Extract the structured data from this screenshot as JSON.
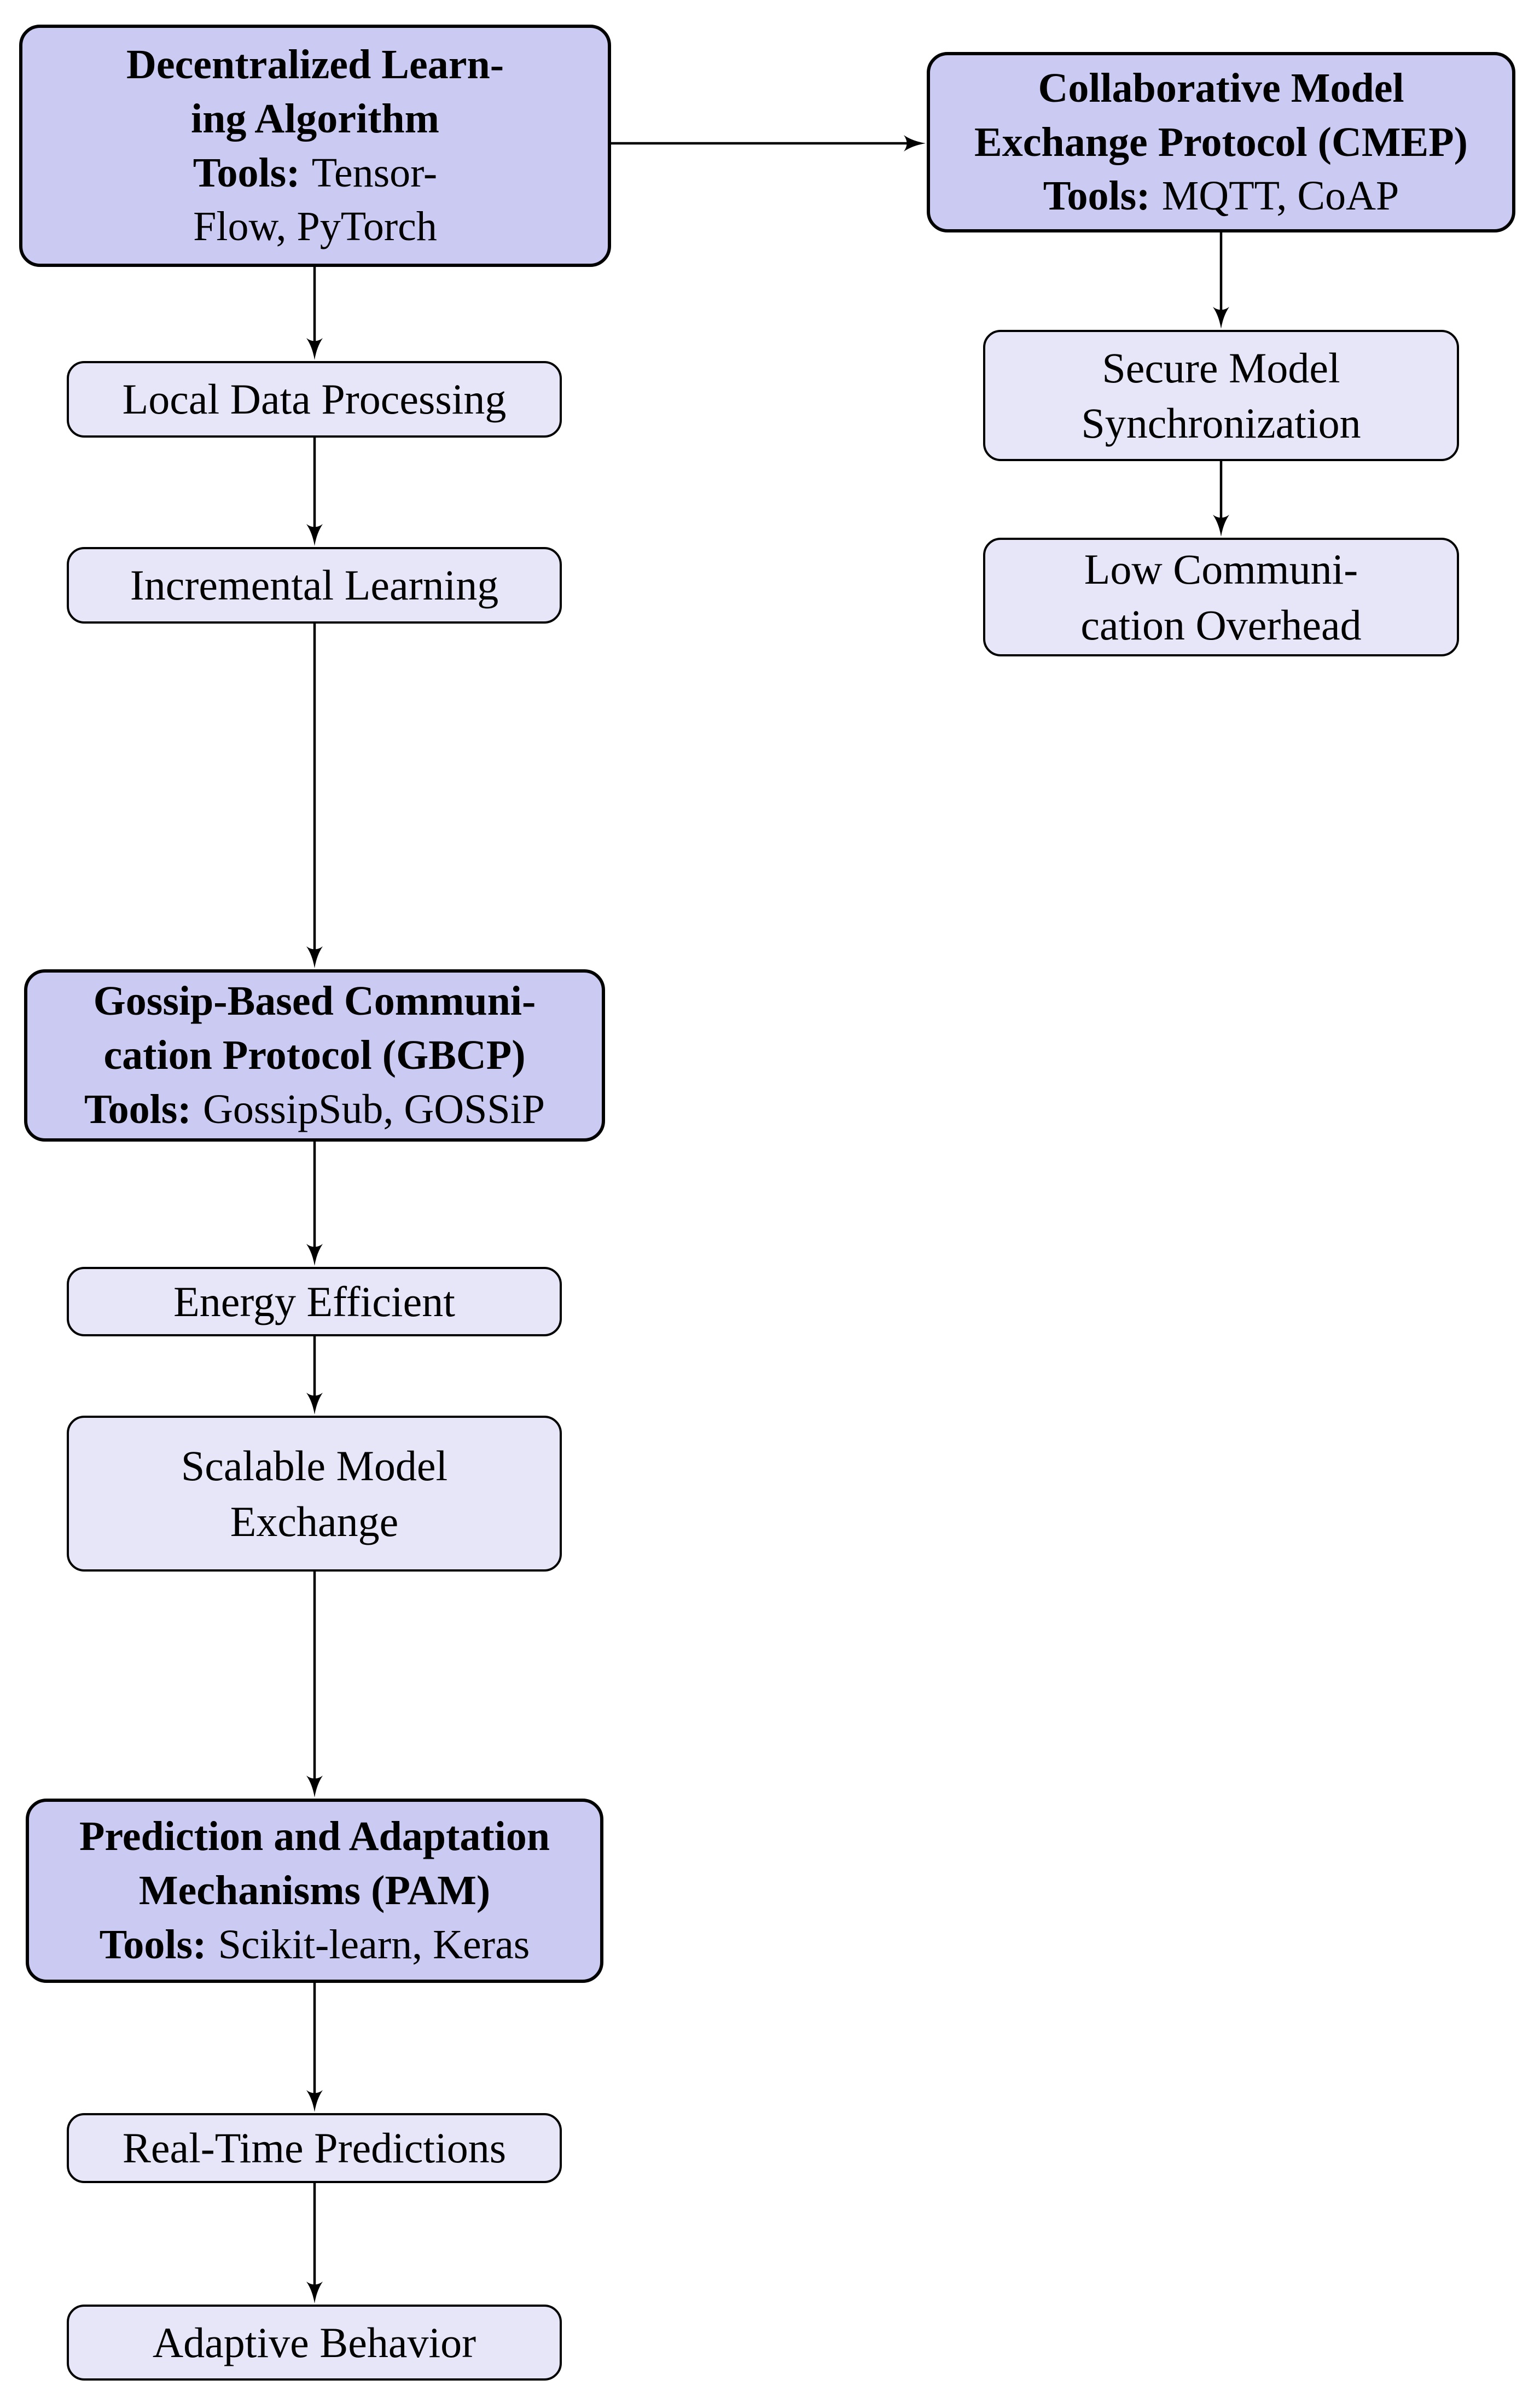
{
  "diagram": {
    "type": "flowchart",
    "colors": {
      "module_fill": "#cacaf2",
      "feature_fill": "#e6e6f8",
      "border": "#000000",
      "arrow": "#000000",
      "background": "#ffffff"
    },
    "nodes": {
      "dla": {
        "title_line1": "Decentralized Learn-",
        "title_line2": "ing Algorithm",
        "tools_label": "Tools:",
        "tools_line1": "Tensor-",
        "tools_line2": "Flow, PyTorch"
      },
      "cmep": {
        "title_line1": "Collaborative Model",
        "title_line2": "Exchange Protocol (CMEP)",
        "tools_label": "Tools:",
        "tools_value": "MQTT, CoAP"
      },
      "local_data": {
        "label": "Local Data Processing"
      },
      "incremental": {
        "label": "Incremental Learning"
      },
      "secure": {
        "line1": "Secure Model",
        "line2": "Synchronization"
      },
      "low_comm": {
        "line1": "Low Communi-",
        "line2": "cation Overhead"
      },
      "gbcp": {
        "title_line1": "Gossip-Based Communi-",
        "title_line2": "cation Protocol (GBCP)",
        "tools_label": "Tools:",
        "tools_value": "GossipSub, GOSSiP"
      },
      "energy": {
        "label": "Energy Efficient"
      },
      "scalable": {
        "line1": "Scalable Model",
        "line2": "Exchange"
      },
      "pam": {
        "title_line1": "Prediction and Adaptation",
        "title_line2": "Mechanisms (PAM)",
        "tools_label": "Tools:",
        "tools_value": "Scikit-learn, Keras"
      },
      "realtime": {
        "label": "Real-Time Predictions"
      },
      "adaptive": {
        "label": "Adaptive Behavior"
      }
    },
    "edges": [
      {
        "from": "dla",
        "to": "local_data"
      },
      {
        "from": "local_data",
        "to": "incremental"
      },
      {
        "from": "incremental",
        "to": "gbcp"
      },
      {
        "from": "gbcp",
        "to": "energy"
      },
      {
        "from": "energy",
        "to": "scalable"
      },
      {
        "from": "scalable",
        "to": "pam"
      },
      {
        "from": "pam",
        "to": "realtime"
      },
      {
        "from": "realtime",
        "to": "adaptive"
      },
      {
        "from": "dla",
        "to": "cmep"
      },
      {
        "from": "cmep",
        "to": "secure"
      },
      {
        "from": "secure",
        "to": "low_comm"
      }
    ]
  }
}
